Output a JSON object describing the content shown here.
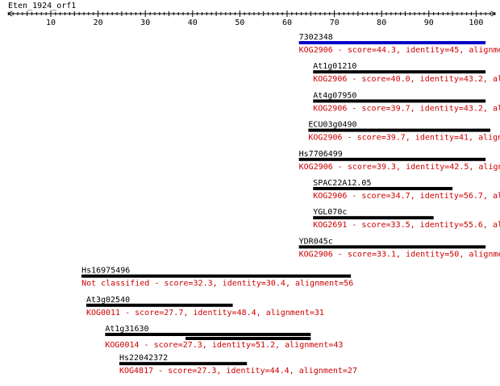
{
  "query": {
    "name": "Eten_1924_orf1",
    "length": 104
  },
  "ruler": {
    "ticks": [
      10,
      20,
      30,
      40,
      50,
      60,
      70,
      80,
      90,
      100
    ]
  },
  "colors": {
    "bar": "#000000",
    "best_bar": "#0000c8",
    "label": "#000000",
    "desc": "#cc0000"
  },
  "hits": [
    {
      "name": "7302348",
      "desc": "KOG2906 - score=44.3, identity=45, alignme",
      "segments": [
        [
          62.5,
          102
        ]
      ],
      "color": "#0000c8"
    },
    {
      "name": "At1g01210",
      "desc": "KOG2906 - score=40.0, identity=43.2, al",
      "segments": [
        [
          65.5,
          102
        ]
      ]
    },
    {
      "name": "At4g07950",
      "desc": "KOG2906 - score=39.7, identity=43.2, al",
      "segments": [
        [
          65.5,
          102
        ]
      ]
    },
    {
      "name": "ECU03g0490",
      "desc": "KOG2906 - score=39.7, identity=41, align",
      "segments": [
        [
          64.5,
          103
        ]
      ]
    },
    {
      "name": "Hs7706499",
      "desc": "KOG2906 - score=39.3, identity=42.5, align",
      "segments": [
        [
          62.5,
          102
        ]
      ]
    },
    {
      "name": "SPAC22A12.05",
      "desc": "KOG2906 - score=34.7, identity=56.7, al",
      "segments": [
        [
          65.5,
          95
        ]
      ]
    },
    {
      "name": "YGL070c",
      "desc": "KOG2691 - score=33.5, identity=55.6, al",
      "segments": [
        [
          65.5,
          91
        ]
      ]
    },
    {
      "name": "YDR045c",
      "desc": "KOG2906 - score=33.1, identity=50, alignme",
      "segments": [
        [
          62.5,
          102
        ]
      ]
    },
    {
      "name": "Hs16975496",
      "desc": "Not classified - score=32.3, identity=30.4, alignment=56",
      "segments": [
        [
          16.5,
          73.5
        ]
      ]
    },
    {
      "name": "At3g02540",
      "desc": "KOG0011 - score=27.7, identity=48.4, alignment=31",
      "segments": [
        [
          17.5,
          48.5
        ]
      ]
    },
    {
      "name": "At1g31630",
      "desc": "KOG0014 - score=27.3, identity=51.2, alignment=43",
      "segments": [
        [
          21.5,
          65
        ],
        [
          38.5,
          65
        ]
      ]
    },
    {
      "name": "Hs22042372",
      "desc": "KOG4817 - score=27.3, identity=44.4, alignment=27",
      "segments": [
        [
          24.5,
          51.5
        ]
      ]
    }
  ]
}
